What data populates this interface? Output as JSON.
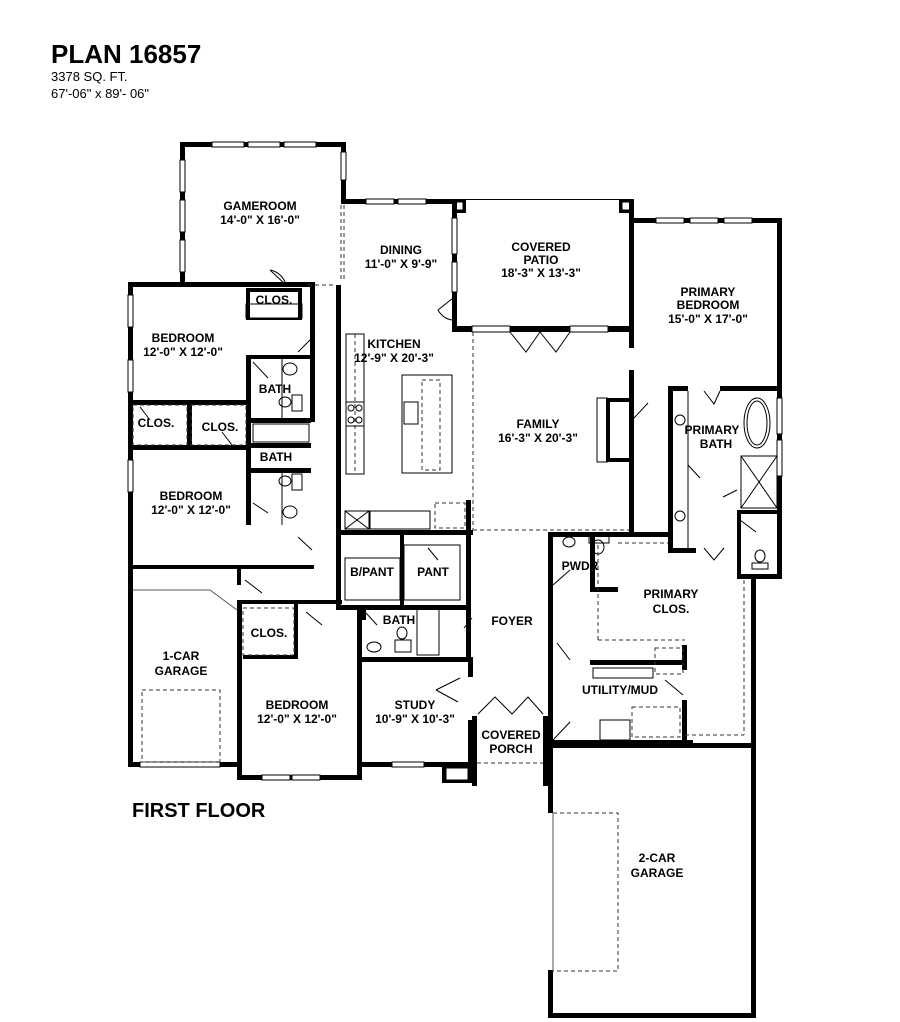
{
  "header": {
    "title": "PLAN 16857",
    "sq_ft": "3378 SQ. FT.",
    "dimensions": "67'-06\" x 89'- 06\""
  },
  "floor_label": "FIRST FLOOR",
  "rooms": {
    "gameroom": {
      "name": "GAMEROOM",
      "size": "14'-0\" X 16'-0\""
    },
    "dining": {
      "name": "DINING",
      "size": "11'-0\" X 9'-9\""
    },
    "covered_patio": {
      "name1": "COVERED",
      "name2": "PATIO",
      "size": "18'-3\" X 13'-3\""
    },
    "primary_bedroom": {
      "name1": "PRIMARY",
      "name2": "BEDROOM",
      "size": "15'-0\" X 17'-0\""
    },
    "bedroom_1": {
      "name": "BEDROOM",
      "size": "12'-0\" X 12'-0\""
    },
    "bedroom_2": {
      "name": "BEDROOM",
      "size": "12'-0\" X 12'-0\""
    },
    "bedroom_3": {
      "name": "BEDROOM",
      "size": "12'-0\" X 12'-0\""
    },
    "kitchen": {
      "name": "KITCHEN",
      "size": "12'-9\" X 20'-3\""
    },
    "family": {
      "name": "FAMILY",
      "size": "16'-3\" X 20'-3\""
    },
    "primary_bath": {
      "name1": "PRIMARY",
      "name2": "BATH"
    },
    "clos_1": {
      "name": "CLOS."
    },
    "clos_2": {
      "name": "CLOS."
    },
    "clos_3": {
      "name": "CLOS."
    },
    "clos_4": {
      "name": "CLOS."
    },
    "bath_1": {
      "name": "BATH"
    },
    "bath_2": {
      "name": "BATH"
    },
    "bath_3": {
      "name": "BATH"
    },
    "b_pant": {
      "name": "B/PANT"
    },
    "pant": {
      "name": "PANT"
    },
    "pwdr": {
      "name": "PWDR"
    },
    "primary_clos": {
      "name1": "PRIMARY",
      "name2": "CLOS."
    },
    "foyer": {
      "name": "FOYER"
    },
    "garage_1": {
      "name1": "1-CAR",
      "name2": "GARAGE"
    },
    "study": {
      "name": "STUDY",
      "size": "10'-9\" X 10'-3\""
    },
    "utility": {
      "name": "UTILITY/MUD"
    },
    "covered_porch": {
      "name1": "COVERED",
      "name2": "PORCH"
    },
    "garage_2": {
      "name1": "2-CAR",
      "name2": "GARAGE"
    }
  }
}
